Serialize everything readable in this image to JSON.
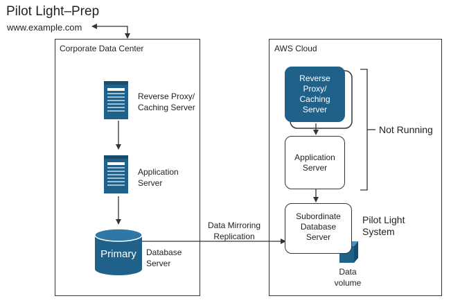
{
  "title": "Pilot Light–Prep",
  "url": "www.example.com",
  "corporate": {
    "label": "Corporate Data Center",
    "reverse_proxy": "Reverse Proxy/\nCaching Server",
    "application": "Application\nServer",
    "primary": "Primary",
    "database": "Database\nServer"
  },
  "aws": {
    "label": "AWS Cloud",
    "reverse_proxy": "Reverse\nProxy/\nCaching\nServer",
    "application": "Application\nServer",
    "subordinate": "Subordinate\nDatabase\nServer",
    "not_running": "Not Running",
    "pilot_light": "Pilot Light\nSystem",
    "data_volume": "Data\nvolume"
  },
  "replication": "Data Mirroring\nReplication",
  "colors": {
    "accent": "#20618a",
    "stroke": "#333333"
  }
}
